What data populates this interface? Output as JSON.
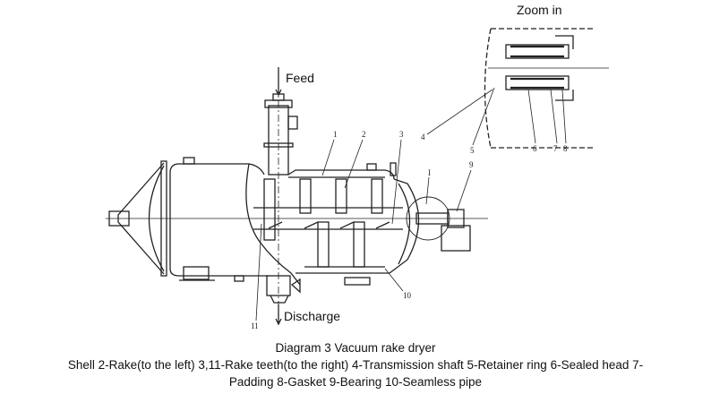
{
  "diagram": {
    "zoom_label": "Zoom in",
    "feed_label": "Feed",
    "discharge_label": "Discharge",
    "part_numbers": [
      "1",
      "2",
      "3",
      "I",
      "4",
      "5",
      "6",
      "7",
      "8",
      "9",
      "10",
      "11"
    ]
  },
  "caption": {
    "title": "Diagram 3 Vacuum rake dryer",
    "line1": "Shell 2-Rake(to the left) 3,11-Rake teeth(to the right) 4-Transmission shaft 5-Retainer ring 6-Sealed head 7-",
    "line2": "Padding 8-Gasket 9-Bearing 10-Seamless pipe"
  },
  "colors": {
    "line": "#222222",
    "background": "#ffffff"
  }
}
